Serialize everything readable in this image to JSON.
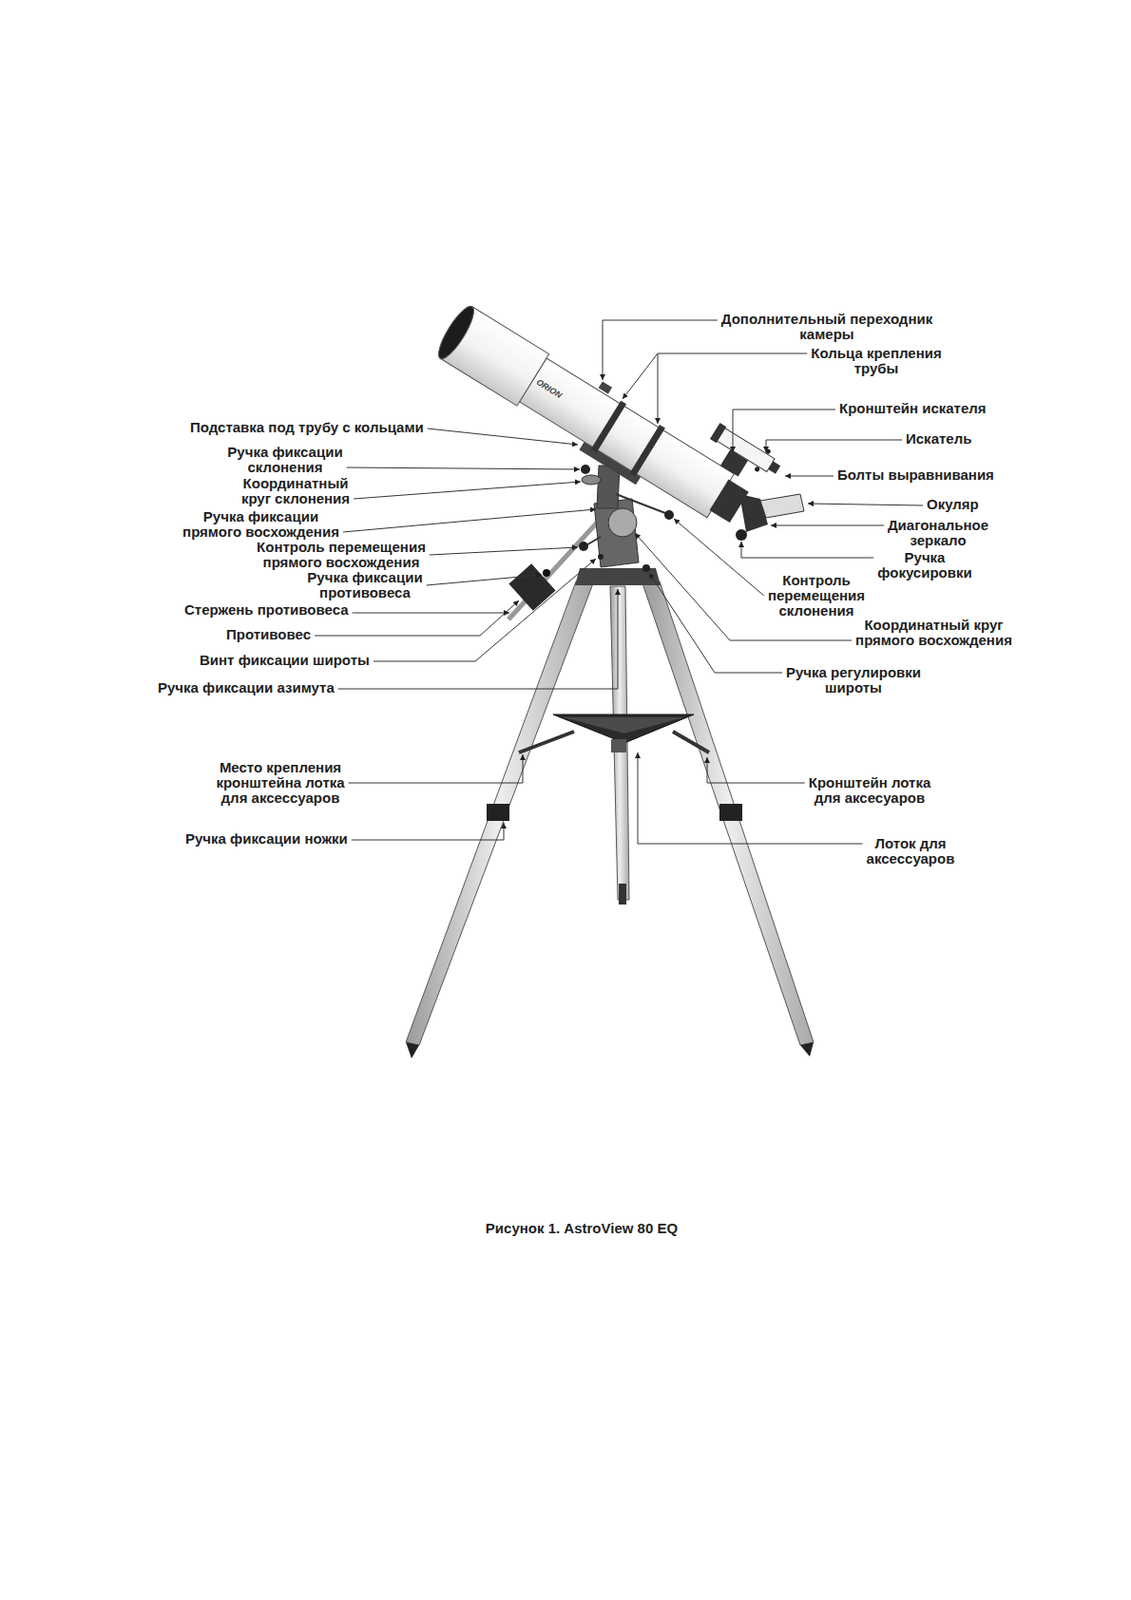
{
  "diagram": {
    "caption": "Рисунок 1. AstroView 80 EQ",
    "labels": [
      "Дополнительный переходник камеры",
      "Кольца крепления трубы",
      "Кронштейн искателя",
      "Подставка под трубу с кольцами",
      "Искатель",
      "Ручка фиксации склонения",
      "Болты выравнивания",
      "Координатный круг склонения",
      "Окуляр",
      "Ручка фиксации прямого восхождения",
      "Диагональное зеркало",
      "Контроль перемещения прямого восхождения",
      "Ручка фокусировки",
      "Ручка фиксации противовеса",
      "Контроль перемещения склонения",
      "Стержень противовеса",
      "Координатный круг прямого восхождения",
      "Противовес",
      "Винт фиксации широты",
      "Ручка регулировки широты",
      "Ручка фиксации азимута",
      "Место крепления кронштейна лотка для аксессуаров",
      "Кронштейн лотка для аксесуаров",
      "Ручка фиксации ножки",
      "Лоток для аксессуаров",
      "ORION"
    ]
  }
}
